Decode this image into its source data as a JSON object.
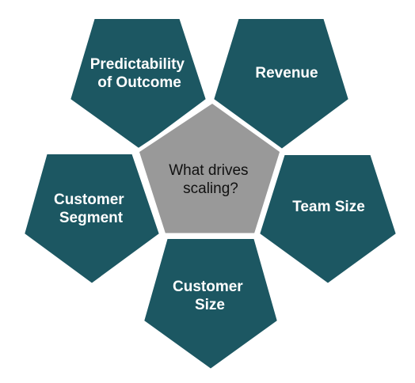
{
  "center": {
    "lines": [
      "What drives",
      "scaling?"
    ],
    "fill": "#999999"
  },
  "colors": {
    "outer_fill": "#1c5762",
    "outline": "#ffffff"
  },
  "petals": [
    {
      "name": "petal-predictability-of-outcome",
      "lines": [
        "Predictability",
        "of Outcome"
      ]
    },
    {
      "name": "petal-revenue",
      "lines": [
        "Revenue"
      ]
    },
    {
      "name": "petal-team-size",
      "lines": [
        "Team Size"
      ]
    },
    {
      "name": "petal-customer-size",
      "lines": [
        "Customer",
        "Size"
      ]
    },
    {
      "name": "petal-customer-segment",
      "lines": [
        "Customer",
        "Segment"
      ]
    }
  ]
}
